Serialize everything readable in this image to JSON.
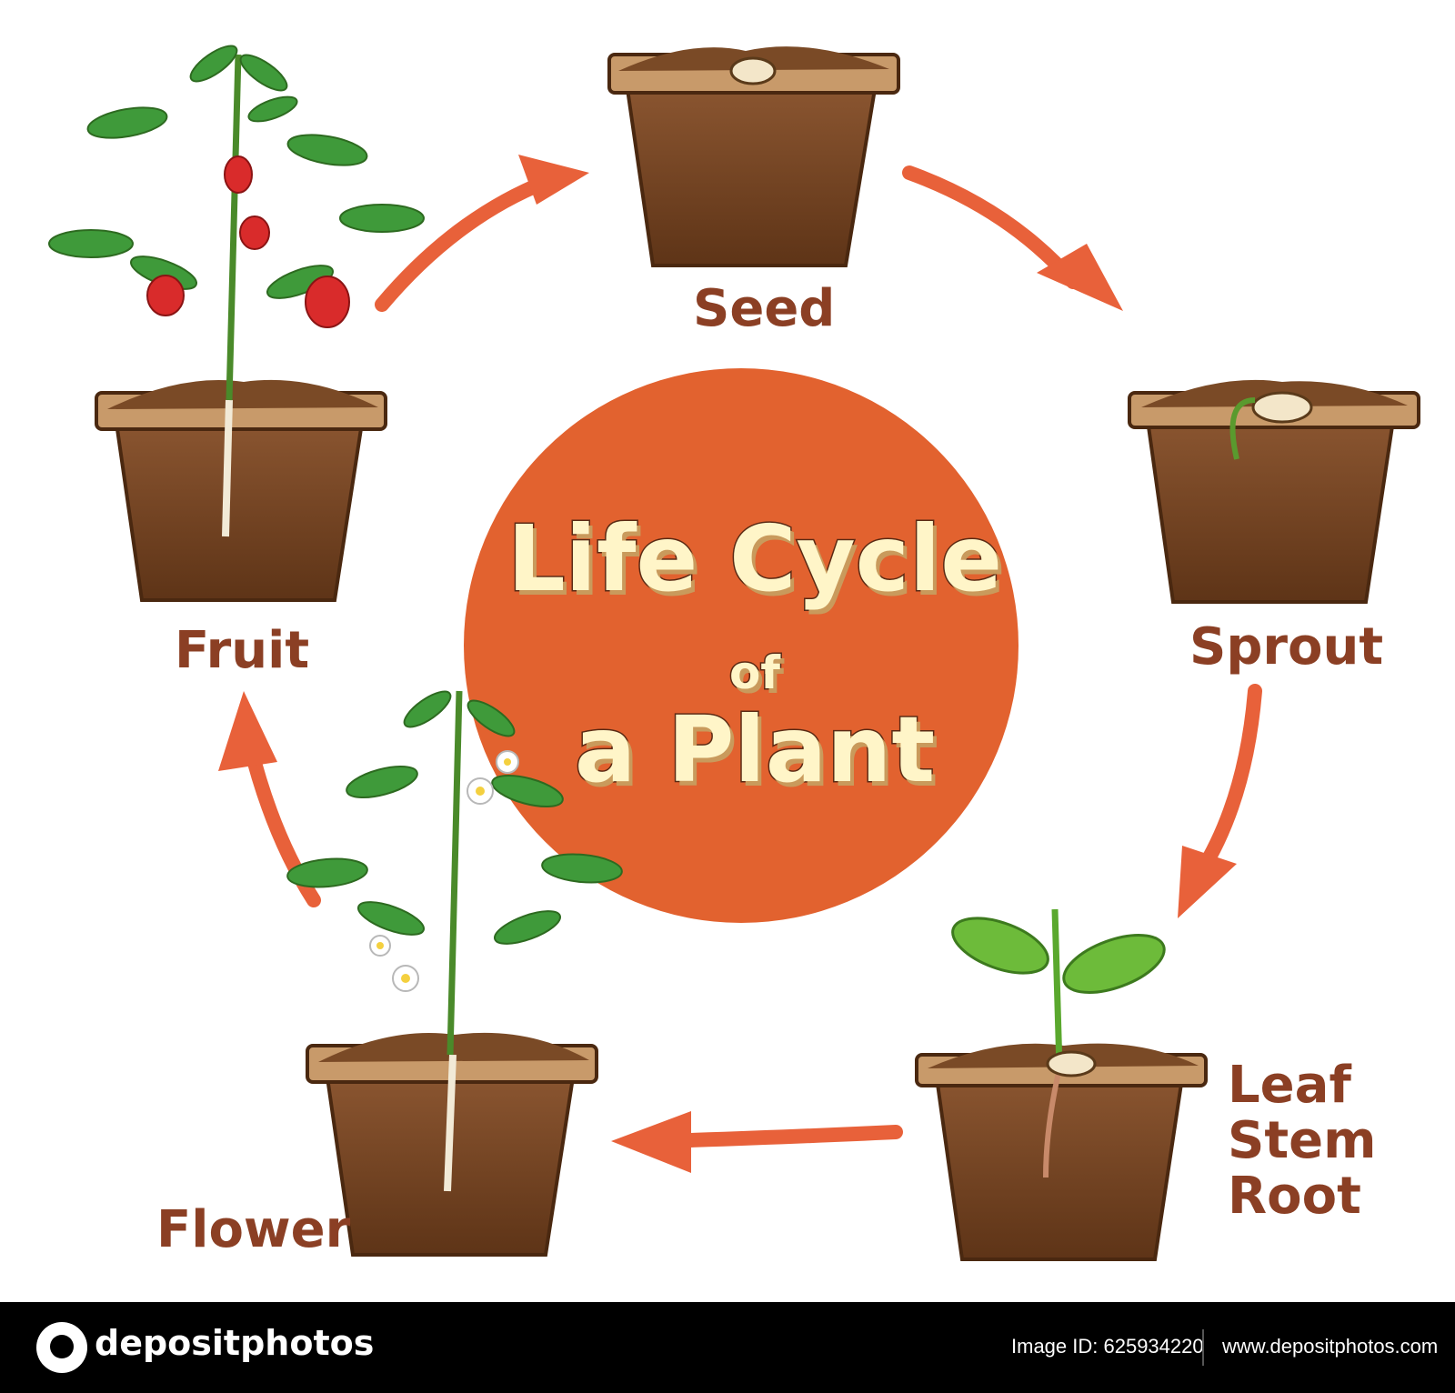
{
  "diagram": {
    "title_line1": "Life Cycle",
    "title_line2": "of",
    "title_line3": "a Plant",
    "stages": {
      "seed": "Seed",
      "sprout": "Sprout",
      "leaf": "Leaf",
      "stem": "Stem",
      "root": "Root",
      "flower": "Flower",
      "fruit": "Fruit"
    }
  },
  "footer": {
    "brand": "depositphotos",
    "image_id": "Image ID: 625934220",
    "url": "www.depositphotos.com"
  },
  "colors": {
    "arrow": "#e8613a",
    "circle": "#e2622f",
    "label": "#8b3f24",
    "soil": "#7a4a26",
    "pot": "#6b3d1f",
    "leaf": "#3f9a3a",
    "fruit": "#d92b2b"
  }
}
